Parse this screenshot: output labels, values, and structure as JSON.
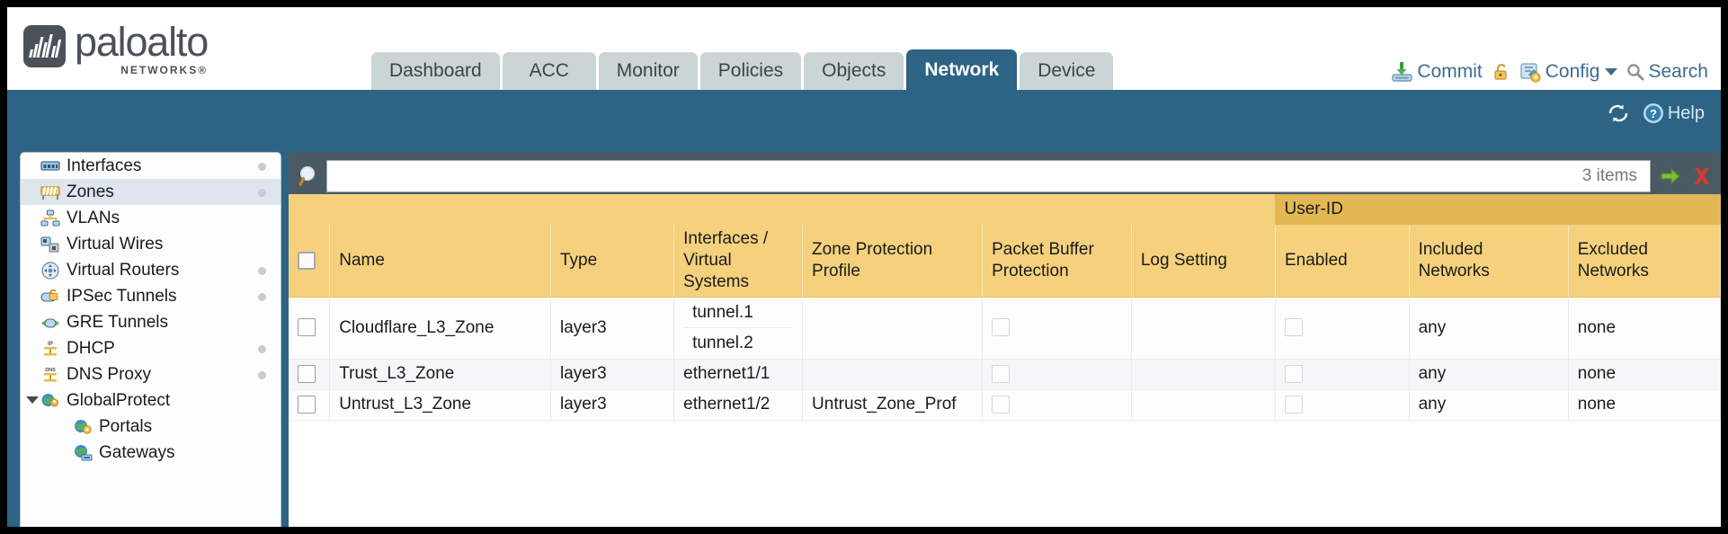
{
  "brand": {
    "name": "paloalto",
    "sub": "NETWORKS®"
  },
  "tabs": [
    {
      "label": "Dashboard",
      "active": false
    },
    {
      "label": "ACC",
      "active": false
    },
    {
      "label": "Monitor",
      "active": false
    },
    {
      "label": "Policies",
      "active": false
    },
    {
      "label": "Objects",
      "active": false
    },
    {
      "label": "Network",
      "active": true
    },
    {
      "label": "Device",
      "active": false
    }
  ],
  "utility": {
    "commit_label": "Commit",
    "config_label": "Config",
    "search_label": "Search",
    "lock_icon": "lock-icon",
    "commit_icon": "commit-icon",
    "config_icon": "config-icon",
    "search_icon": "search-icon"
  },
  "toolbar": {
    "refresh_icon": "refresh-icon",
    "help_label": "Help",
    "help_icon": "help-icon"
  },
  "sidebar": {
    "items": [
      {
        "label": "Interfaces",
        "icon": "interfaces-icon",
        "dot": true,
        "selected": false,
        "sub": false,
        "expander": false
      },
      {
        "label": "Zones",
        "icon": "zones-icon",
        "dot": true,
        "selected": true,
        "sub": false,
        "expander": false
      },
      {
        "label": "VLANs",
        "icon": "vlans-icon",
        "dot": false,
        "selected": false,
        "sub": false,
        "expander": false
      },
      {
        "label": "Virtual Wires",
        "icon": "virtual-wires-icon",
        "dot": false,
        "selected": false,
        "sub": false,
        "expander": false
      },
      {
        "label": "Virtual Routers",
        "icon": "virtual-routers-icon",
        "dot": true,
        "selected": false,
        "sub": false,
        "expander": false
      },
      {
        "label": "IPSec Tunnels",
        "icon": "ipsec-tunnels-icon",
        "dot": true,
        "selected": false,
        "sub": false,
        "expander": false
      },
      {
        "label": "GRE Tunnels",
        "icon": "gre-tunnels-icon",
        "dot": false,
        "selected": false,
        "sub": false,
        "expander": false
      },
      {
        "label": "DHCP",
        "icon": "dhcp-icon",
        "dot": true,
        "selected": false,
        "sub": false,
        "expander": false
      },
      {
        "label": "DNS Proxy",
        "icon": "dns-proxy-icon",
        "dot": true,
        "selected": false,
        "sub": false,
        "expander": false
      },
      {
        "label": "GlobalProtect",
        "icon": "globalprotect-icon",
        "dot": false,
        "selected": false,
        "sub": false,
        "expander": true
      },
      {
        "label": "Portals",
        "icon": "portals-icon",
        "dot": false,
        "selected": false,
        "sub": true,
        "expander": false
      },
      {
        "label": "Gateways",
        "icon": "gateways-icon",
        "dot": false,
        "selected": false,
        "sub": true,
        "expander": false
      }
    ]
  },
  "search": {
    "value": "",
    "placeholder": "",
    "items_count": "3 items",
    "magnifier_icon": "magnifier-icon",
    "apply_icon": "apply-filter-icon",
    "clear_icon": "clear-filter-icon"
  },
  "table": {
    "group_header": "User-ID",
    "columns": [
      "Name",
      "Type",
      "Interfaces / Virtual Systems",
      "Zone Protection Profile",
      "Packet Buffer Protection",
      "Log Setting",
      "Enabled",
      "Included Networks",
      "Excluded Networks"
    ],
    "rows": [
      {
        "name": "Cloudflare_L3_Zone",
        "type": "layer3",
        "interfaces": [
          "tunnel.1",
          "tunnel.2"
        ],
        "zone_protection_profile": "",
        "packet_buffer_protection": false,
        "log_setting": "",
        "userid_enabled": false,
        "included_networks": "any",
        "excluded_networks": "none"
      },
      {
        "name": "Trust_L3_Zone",
        "type": "layer3",
        "interfaces": [
          "ethernet1/1"
        ],
        "zone_protection_profile": "",
        "packet_buffer_protection": false,
        "log_setting": "",
        "userid_enabled": false,
        "included_networks": "any",
        "excluded_networks": "none"
      },
      {
        "name": "Untrust_L3_Zone",
        "type": "layer3",
        "interfaces": [
          "ethernet1/2"
        ],
        "zone_protection_profile": "Untrust_Zone_Prof",
        "packet_buffer_protection": false,
        "log_setting": "",
        "userid_enabled": false,
        "included_networks": "any",
        "excluded_networks": "none"
      }
    ]
  },
  "colors": {
    "brand_blue": "#2d6384",
    "header_amber": "#f5d17e",
    "group_amber": "#e3b753",
    "tab_grey": "#ccd5d5",
    "link_blue": "#3b7e9e"
  }
}
